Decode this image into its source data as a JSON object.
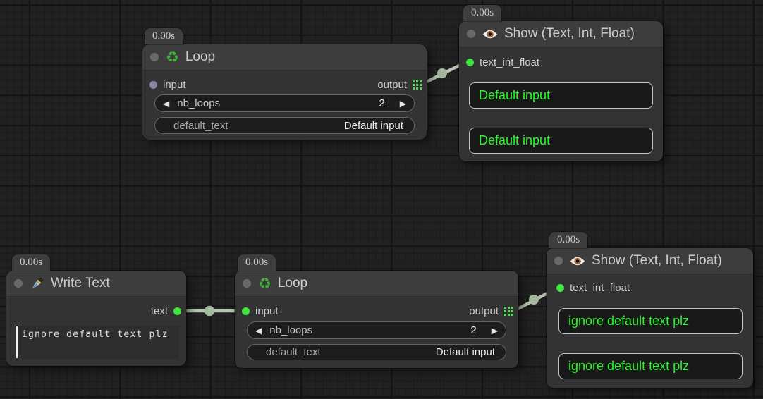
{
  "colors": {
    "background": "#212121",
    "node_body": "#333333",
    "node_title_bg": "#3d3d3d",
    "accent_green_text": "#2cf42c",
    "slot_green": "#3fe43f",
    "slot_gray": "#8585a2",
    "wire": "#b6c6b0",
    "widget_bg": "#1d1d1d"
  },
  "icons": {
    "recycle_icon": "♻",
    "eye_icon": "eye-with-brown-iris",
    "pen_icon": "fountain-pen-nib",
    "output_grid_icon": "3x3-green-grid",
    "collapse_dot_icon": "gray-circle",
    "decrement_arrow": "◀",
    "increment_arrow": "▶"
  },
  "nodes": {
    "loop_top": {
      "timer": "0.00s",
      "title": "Loop",
      "input_label": "input",
      "output_label": "output",
      "nb_loops": {
        "label": "nb_loops",
        "value": "2"
      },
      "default_text": {
        "label": "default_text",
        "value": "Default input"
      }
    },
    "show_top": {
      "timer": "0.00s",
      "title": "Show (Text, Int, Float)",
      "input_label": "text_int_float",
      "box1": "Default input",
      "box2": "Default input"
    },
    "write_text": {
      "timer": "0.00s",
      "title": "Write Text",
      "output_label": "text",
      "text_value": "ignore default text plz"
    },
    "loop_bottom": {
      "timer": "0.00s",
      "title": "Loop",
      "input_label": "input",
      "output_label": "output",
      "nb_loops": {
        "label": "nb_loops",
        "value": "2"
      },
      "default_text": {
        "label": "default_text",
        "value": "Default input"
      }
    },
    "show_bottom": {
      "timer": "0.00s",
      "title": "Show (Text, Int, Float)",
      "input_label": "text_int_float",
      "box1": "ignore default text plz",
      "box2": "ignore default text plz"
    }
  }
}
